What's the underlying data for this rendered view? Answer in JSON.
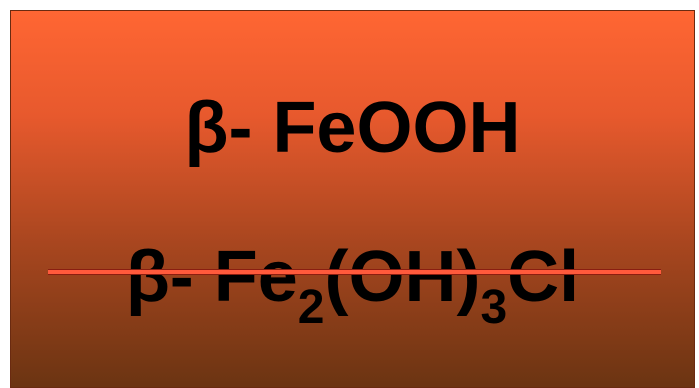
{
  "formula_1": {
    "text": "β- FeOOH"
  },
  "formula_2": {
    "prefix": "β- Fe",
    "sub_1": "2",
    "middle": "(OH)",
    "sub_2": "3",
    "suffix": "Cl",
    "struck_through": true
  },
  "colors": {
    "background_top": "#ff6633",
    "background_bottom": "#6b3412",
    "text": "#000000",
    "strike_line": "#ff5a3c"
  }
}
